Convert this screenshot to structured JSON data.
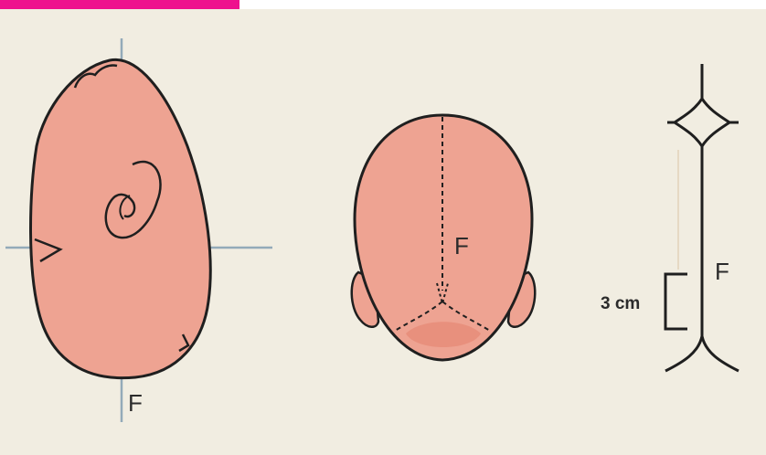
{
  "colors": {
    "accent": "#ee128e",
    "panel": "#f1ede1",
    "skin": "#eea392",
    "outline": "#1f1f1f",
    "axis": "#93aab9"
  },
  "diagram": {
    "lateral_view": {
      "label": "F"
    },
    "posterior_view": {
      "label": "F"
    },
    "schematic": {
      "label": "F",
      "measurement": "3 cm"
    }
  }
}
